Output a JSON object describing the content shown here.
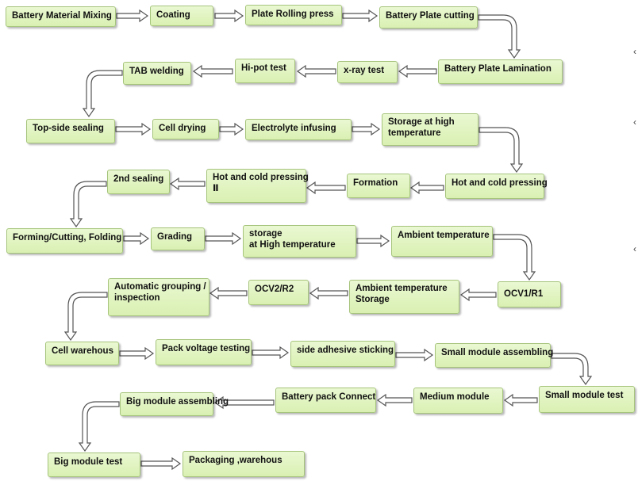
{
  "diagram": {
    "nodes": {
      "battery-material-mixing": "Battery Material Mixing",
      "coating": "Coating",
      "plate-rolling-press": "Plate Rolling press",
      "battery-plate-cutting": "Battery Plate cutting",
      "battery-plate-lamination": "Battery Plate Lamination",
      "x-ray-test": "x-ray test",
      "hi-pot-test": "Hi-pot  test",
      "tab-welding": "TAB welding",
      "top-side-sealing": "Top-side sealing",
      "cell-drying": "Cell drying",
      "electrolyte-infusing": "Electrolyte  infusing",
      "storage-high-temp-1": [
        "Storage at high",
        "temperature"
      ],
      "hot-cold-pressing": "Hot and  cold pressing",
      "formation": "Formation",
      "hot-cold-pressing-2": [
        "Hot and  cold pressing",
        "Ⅱ"
      ],
      "second-sealing": "2nd sealing",
      "forming-cutting-folding": "Forming/Cutting, Folding",
      "grading": "Grading",
      "storage-high-temp-2": [
        "storage",
        "at High temperature"
      ],
      "ambient-temperature": "Ambient temperature",
      "ocv1-r1": "OCV1/R1",
      "ambient-temperature-storage": [
        "Ambient temperature",
        "Storage"
      ],
      "ocv2-r2": "OCV2/R2",
      "automatic-grouping": [
        "Automatic grouping /",
        "inspection"
      ],
      "cell-warehous": "Cell warehous",
      "pack-voltage-testing": "Pack voltage testing",
      "side-adhesive-sticking": "side adhesive sticking",
      "small-module-assembling": "Small module assembling",
      "small-module-test": "Small module test",
      "medium-module": "Medium   module",
      "battery-pack-connect": "Battery pack Connect",
      "big-module-assembling": "Big module assembling",
      "big-module-test": "Big module test",
      "packaging-warehous": "Packaging  ,warehous"
    },
    "colors": {
      "node_fill_top": "#eaf8d2",
      "node_fill_bottom": "#d9f0b2",
      "node_border": "#a6c47c",
      "arrow_stroke": "#555555"
    }
  }
}
